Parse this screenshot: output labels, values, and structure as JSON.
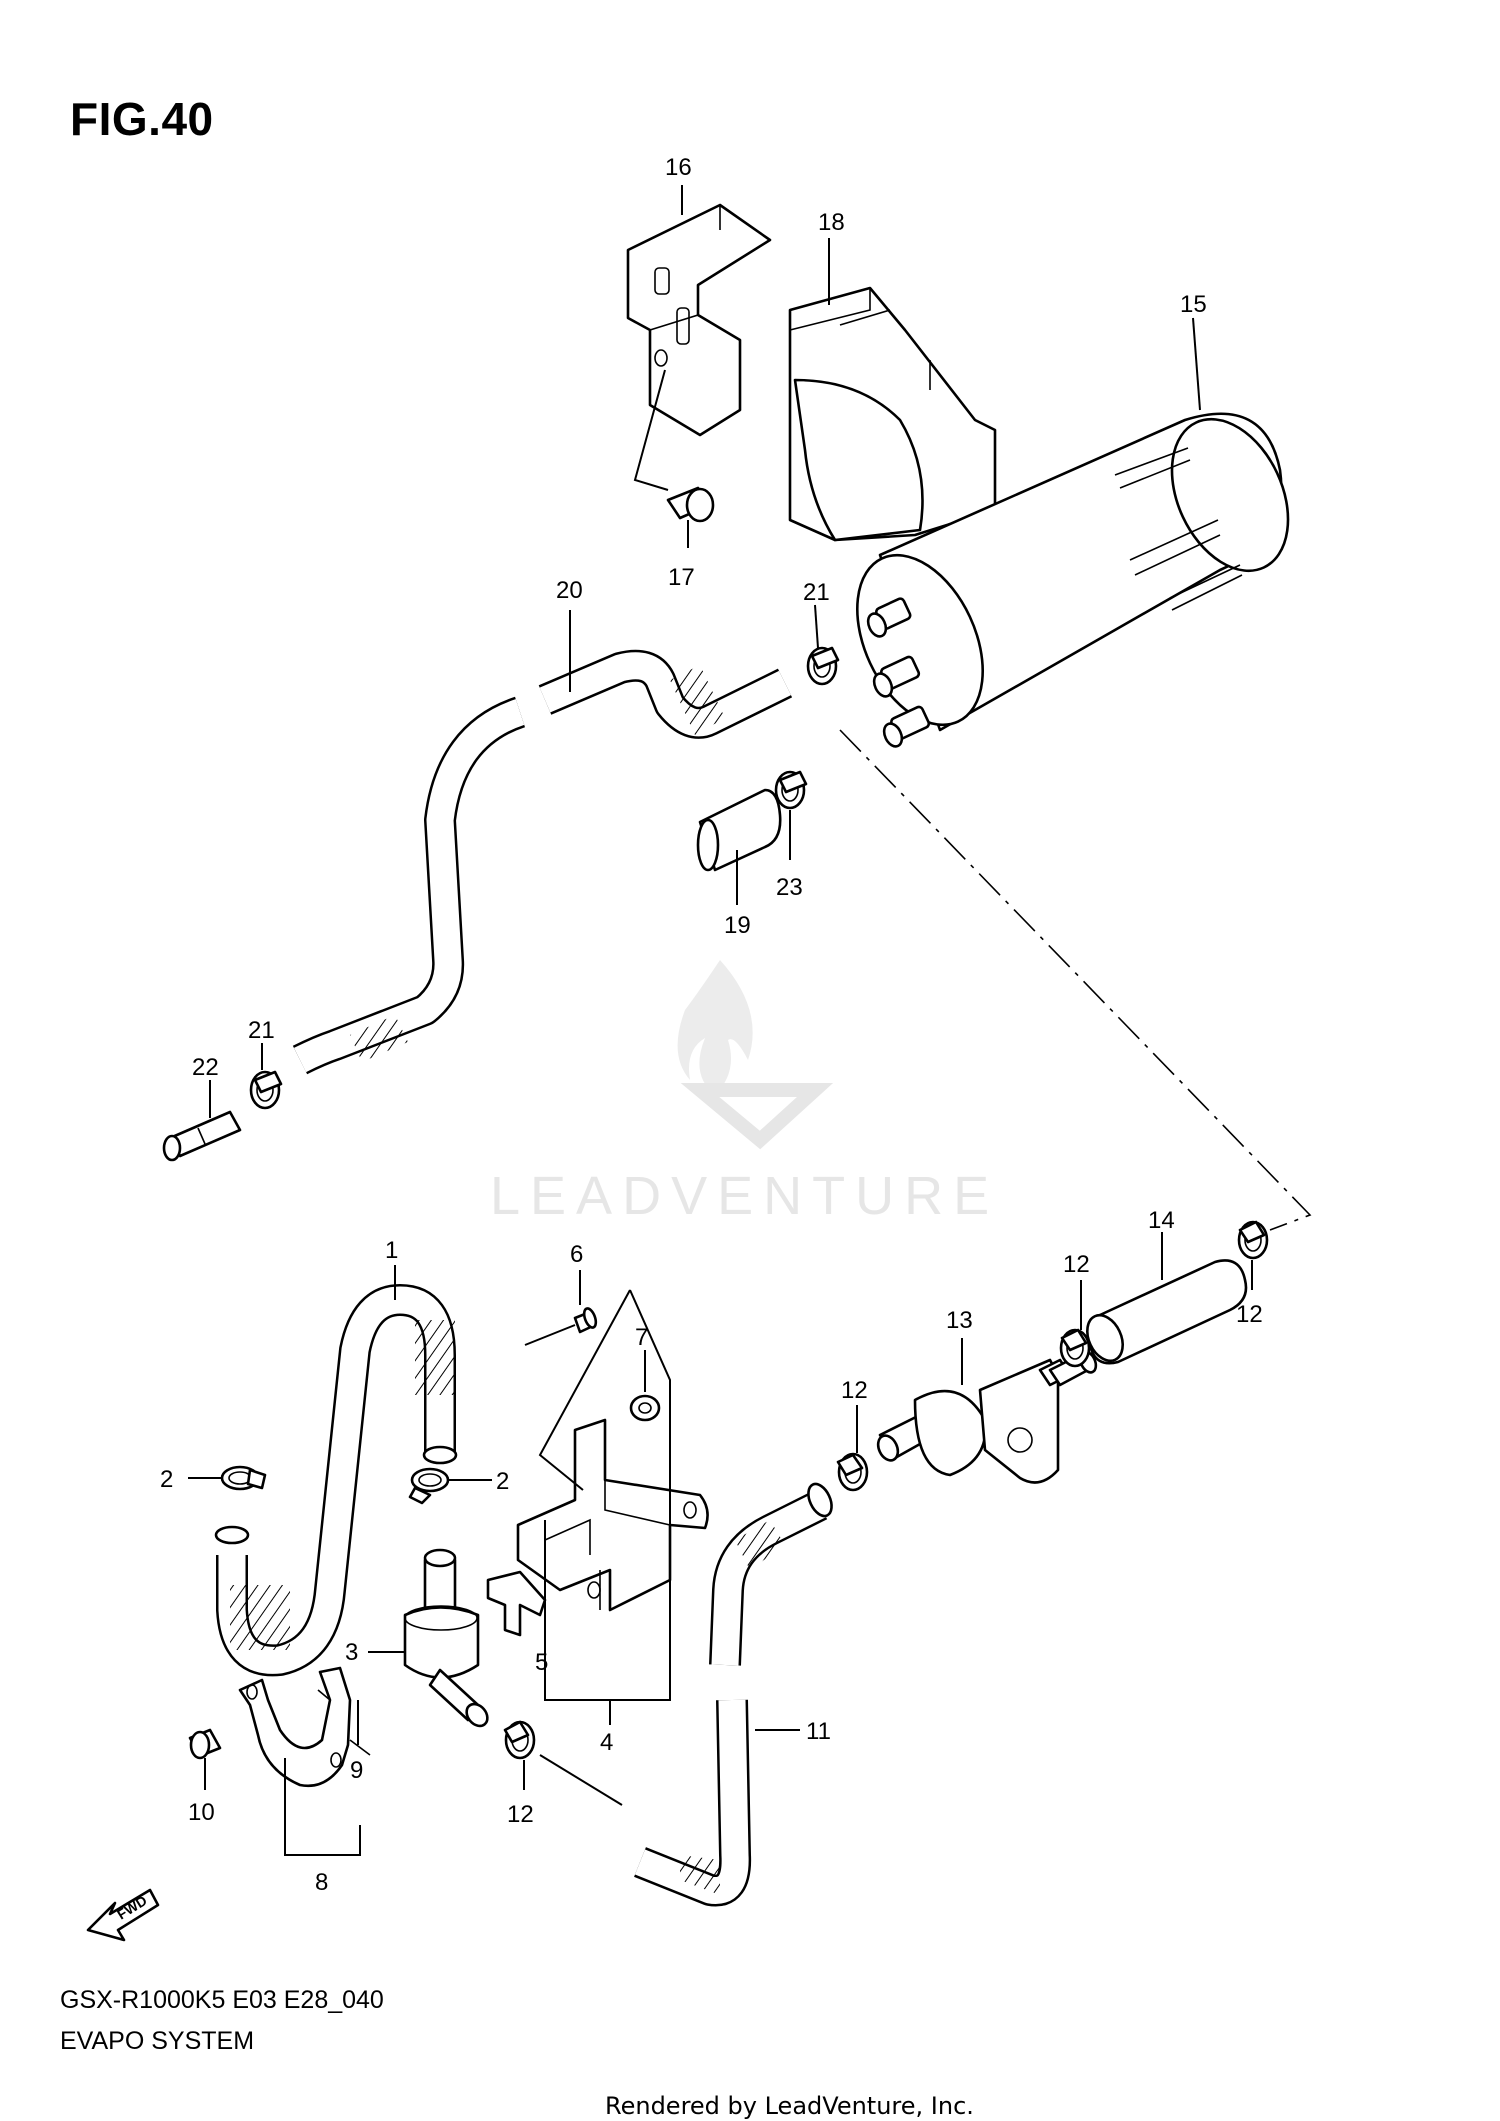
{
  "figure": {
    "title": "FIG.40",
    "model_code": "GSX-R1000K5 E03 E28_040",
    "system_name": "EVAPO SYSTEM",
    "watermark": "LEADVENTURE",
    "footer": "Rendered by LeadVenture, Inc.",
    "direction_label": "FWD"
  },
  "callouts": {
    "c1": "1",
    "c2a": "2",
    "c2b": "2",
    "c3": "3",
    "c4": "4",
    "c5": "5",
    "c6": "6",
    "c7": "7",
    "c8": "8",
    "c9": "9",
    "c10": "10",
    "c11": "11",
    "c12a": "12",
    "c12b": "12",
    "c12c": "12",
    "c12d": "12",
    "c13": "13",
    "c14": "14",
    "c15": "15",
    "c16": "16",
    "c17": "17",
    "c18": "18",
    "c19": "19",
    "c20": "20",
    "c21a": "21",
    "c21b": "21",
    "c22": "22",
    "c23": "23"
  }
}
